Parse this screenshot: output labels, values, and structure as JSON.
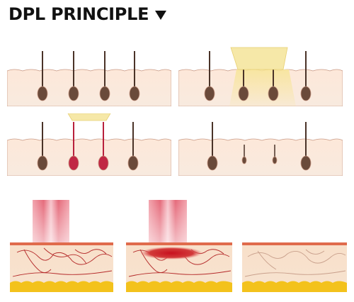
{
  "header": {
    "title": "DPL PRINCIPLE",
    "arrow_icon": "triangle-down-icon"
  },
  "colors": {
    "skin": "#fbeade",
    "skin_line": "#c99a86",
    "follicle_dark": "#6a4a3a",
    "follicle_treated": "#c02844",
    "applicator": "#f6e8a8",
    "light_beam": "#f3d97a",
    "red_beam": "#e46070",
    "dermis_top": "#e06b4c",
    "fat_layer": "#f3c21c",
    "vessel": "#b52b2b"
  },
  "panels": [
    {
      "id": "hair-before",
      "caption": ""
    },
    {
      "id": "hair-light-applied",
      "caption": ""
    },
    {
      "id": "hair-follicle-heated",
      "caption": ""
    },
    {
      "id": "hair-after",
      "caption": ""
    },
    {
      "id": "vessel-light-applied",
      "caption": ""
    },
    {
      "id": "vessel-coagulation",
      "caption": ""
    },
    {
      "id": "vessel-after",
      "caption": ""
    }
  ]
}
